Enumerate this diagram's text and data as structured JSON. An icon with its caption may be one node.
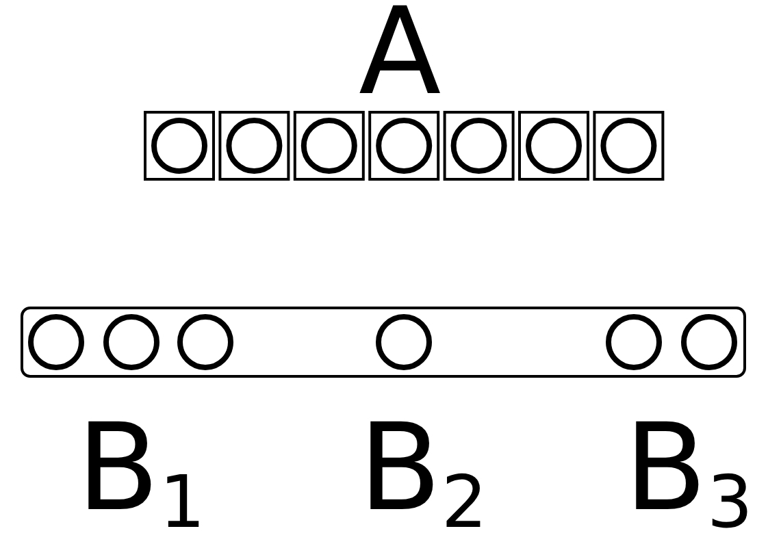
{
  "diagram": {
    "labels": [
      "A",
      "B$_{1}$",
      "B$_{2}$",
      "B$_{3}$"
    ]
  }
}
